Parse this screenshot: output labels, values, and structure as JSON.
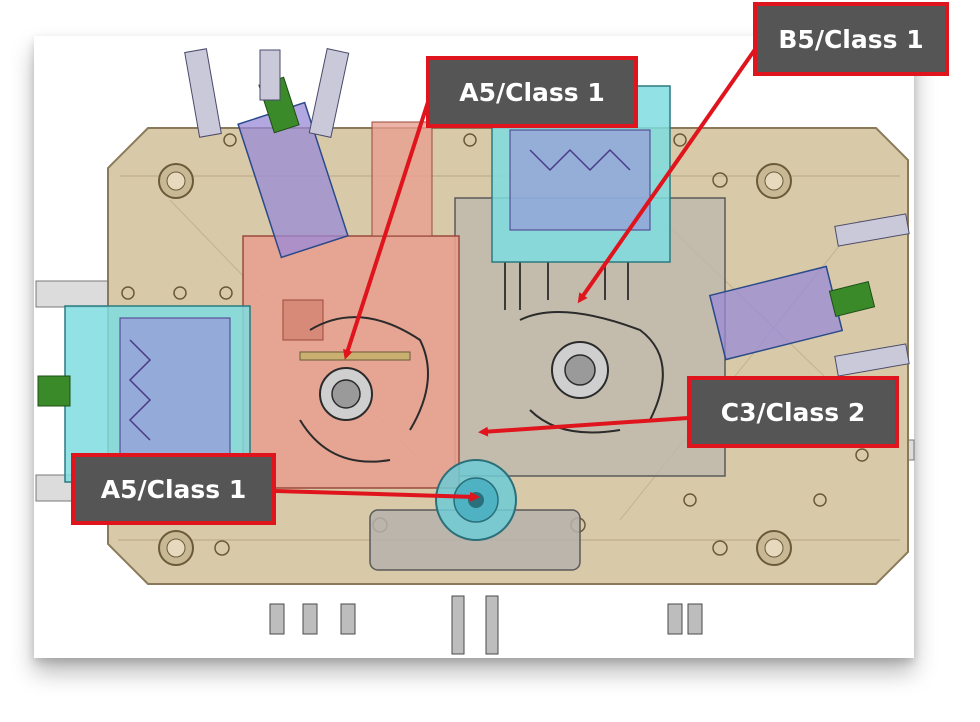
{
  "callouts": [
    {
      "id": "a5-top",
      "label": "A5/Class 1"
    },
    {
      "id": "b5",
      "label": "B5/Class 1"
    },
    {
      "id": "c3",
      "label": "C3/Class 2"
    },
    {
      "id": "a5-bottom",
      "label": "A5/Class 1"
    }
  ],
  "colors": {
    "callout_border": "#e0141c",
    "callout_fill": "#555555",
    "arrow": "#e0141c",
    "mold_base": "#d8c9a8",
    "cavity_pink": "#e8a090",
    "slide_cyan": "#7fdde0",
    "slide_purple": "#9a8ad8",
    "cylinder_green": "#3a8a2a"
  }
}
